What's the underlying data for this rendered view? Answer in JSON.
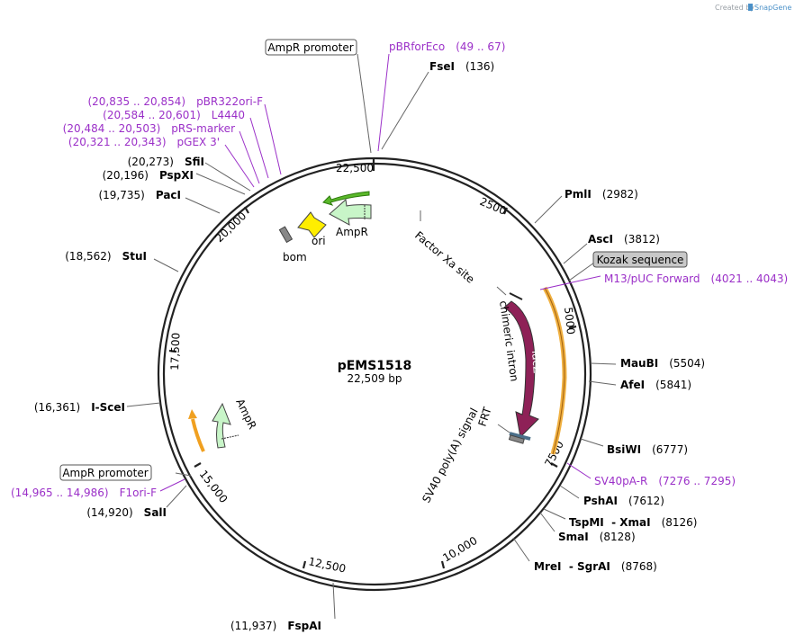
{
  "credit": {
    "text": "Created by",
    "brand": "SnapGene"
  },
  "plasmid": {
    "name": "pEMS1518",
    "length": "22,509 bp"
  },
  "ticks": [
    "2500",
    "5000",
    "7500",
    "10,000",
    "12,500",
    "15,000",
    "17,500",
    "20,000",
    "22,500"
  ],
  "enzymes": [
    {
      "id": "fsei",
      "name": "FseI",
      "pos": "(136)"
    },
    {
      "id": "pmli",
      "name": "PmlI",
      "pos": "(2982)"
    },
    {
      "id": "asci",
      "name": "AscI",
      "pos": "(3812)"
    },
    {
      "id": "maubi",
      "name": "MauBI",
      "pos": "(5504)"
    },
    {
      "id": "afei",
      "name": "AfeI",
      "pos": "(5841)"
    },
    {
      "id": "bsiwi",
      "name": "BsiWI",
      "pos": "(6777)"
    },
    {
      "id": "pshai",
      "name": "PshAI",
      "pos": "(7612)"
    },
    {
      "id": "tspmi",
      "name": "TspMI  - XmaI",
      "pos": "(8126)"
    },
    {
      "id": "smai",
      "name": "SmaI",
      "pos": "(8128)"
    },
    {
      "id": "mrei",
      "name": "MreI  - SgrAI",
      "pos": "(8768)"
    },
    {
      "id": "fspai",
      "name": "FspAI",
      "pos": "(11,937)"
    },
    {
      "id": "sali",
      "name": "SalI",
      "pos": "(14,920)"
    },
    {
      "id": "iscei",
      "name": "I-SceI",
      "pos": "(16,361)"
    },
    {
      "id": "stui",
      "name": "StuI",
      "pos": "(18,562)"
    },
    {
      "id": "paci",
      "name": "PacI",
      "pos": "(19,735)"
    },
    {
      "id": "pspxi",
      "name": "PspXI",
      "pos": "(20,196)"
    },
    {
      "id": "sfii",
      "name": "SfiI",
      "pos": "(20,273)"
    }
  ],
  "primers": [
    {
      "id": "pbrforeco",
      "name": "pBRforEco",
      "range": "(49 .. 67)"
    },
    {
      "id": "m13",
      "name": "M13/pUC Forward",
      "range": "(4021 .. 4043)"
    },
    {
      "id": "sv40pa",
      "name": "SV40pA-R",
      "range": "(7276 .. 7295)"
    },
    {
      "id": "f1ori",
      "name": "F1ori-F",
      "range": "(14,965 .. 14,986)"
    },
    {
      "id": "pgex3",
      "name": "pGEX 3'",
      "range": "(20,321 .. 20,343)"
    },
    {
      "id": "prsmarker",
      "name": "pRS-marker",
      "range": "(20,484 .. 20,503)"
    },
    {
      "id": "l4440",
      "name": "L4440",
      "range": "(20,584 .. 20,601)"
    },
    {
      "id": "pbr322ori",
      "name": "pBR322ori-F",
      "range": "(20,835 .. 20,854)"
    }
  ],
  "boxed_labels": {
    "ampr_promoter_top": "AmpR promoter",
    "ampr_promoter_bottom": "AmpR promoter",
    "kozak": "Kozak sequence"
  },
  "features": {
    "factor_xa": "Factor Xa site",
    "chimeric_intron": "chimeric intron",
    "lacz": "lacZ",
    "frt": "FRT",
    "sv40": "SV40 poly(A) signal",
    "ampr_top": "AmpR",
    "ori": "ori",
    "bom": "bom",
    "ampr_left": "AmpR"
  },
  "colors": {
    "backbone": "#222222",
    "primer": "#9b30c8",
    "ampr": "#c8f5c8",
    "ori": "#ffee00",
    "lacz": "#8e2157",
    "orange": "#f0a020",
    "bom": "#888888",
    "frt": "#4a6f8a",
    "kozak_box": "#c8c8c8"
  }
}
